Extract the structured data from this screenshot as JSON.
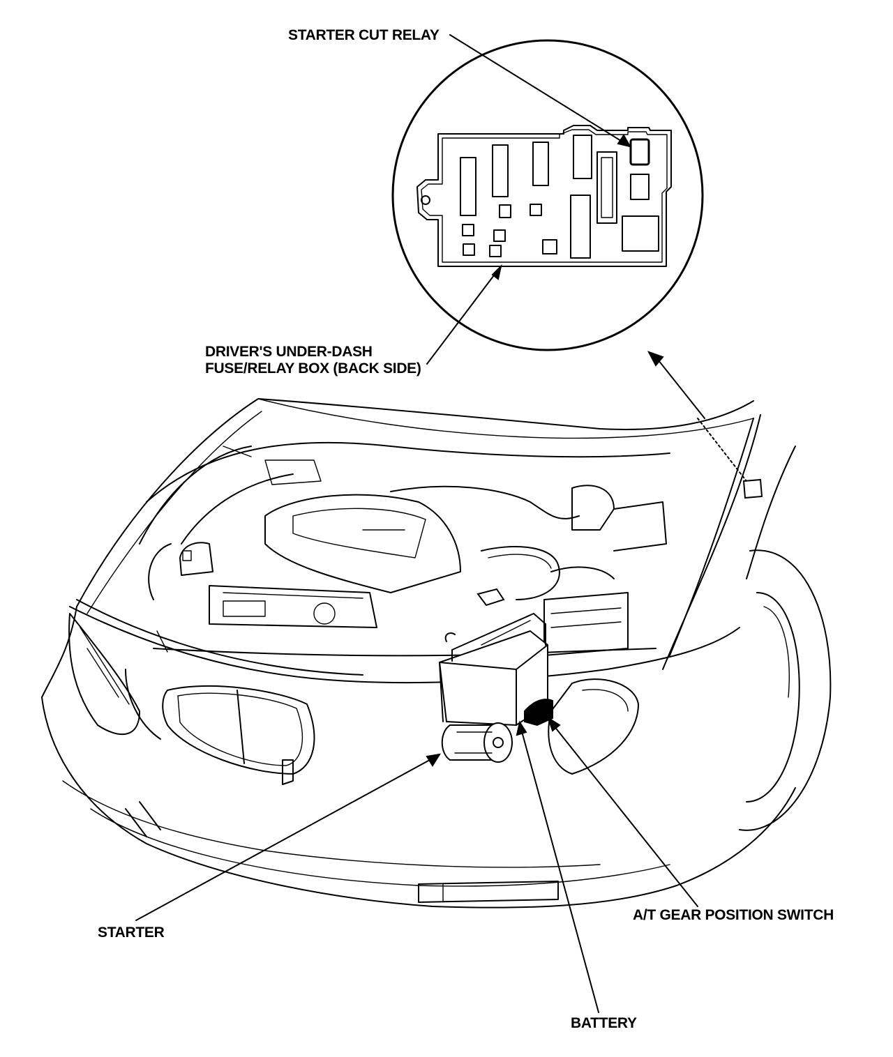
{
  "labels": {
    "starter_cut_relay": "STARTER CUT RELAY",
    "fuse_box_line1": "DRIVER'S UNDER-DASH",
    "fuse_box_line2": "FUSE/RELAY BOX (BACK SIDE)",
    "starter": "STARTER",
    "battery": "BATTERY",
    "gear_switch": "A/T GEAR POSITION SWITCH"
  },
  "colors": {
    "ink": "#000000",
    "paper": "#ffffff"
  }
}
